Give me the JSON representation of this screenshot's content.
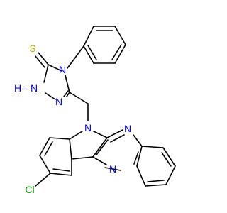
{
  "molecule": {
    "colors": {
      "bond": "#000000",
      "nitrogen": "#0000ff",
      "sulfur": "#b5a400",
      "chlorine": "#00a000",
      "background": "#ffffff"
    },
    "labels": {
      "sulfur": "S",
      "nh_n": "N",
      "nh_h": "H",
      "nh_dash": "–",
      "triazole_n4": "N",
      "triazole_n2": "N",
      "indole_n": "N",
      "pyrazine_n_top": "N",
      "pyrazine_n_bottom": "N",
      "chlorine": "Cl"
    }
  }
}
